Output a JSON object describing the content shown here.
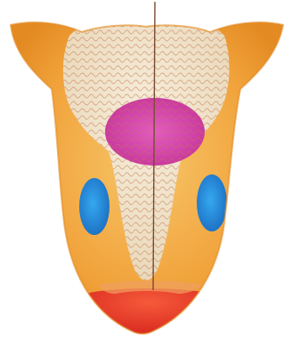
{
  "figure": {
    "subject": "tongue-zone-map",
    "zones": [
      {
        "id": "zone-root",
        "color": "#EDE0C8",
        "color_name": "cream"
      },
      {
        "id": "zone-center",
        "color": "#D94AB0",
        "color_name": "magenta"
      },
      {
        "id": "zone-left",
        "color": "#2E8FD8",
        "color_name": "blue"
      },
      {
        "id": "zone-right",
        "color": "#2E8FD8",
        "color_name": "blue"
      },
      {
        "id": "zone-tip",
        "color": "#E8322C",
        "color_name": "red"
      }
    ],
    "colors": {
      "base": "#F1A23A",
      "base_dark": "#E38A22",
      "midline": "#8A5A3A",
      "texture": "#C77A52",
      "background": "#FFFFFF"
    }
  }
}
